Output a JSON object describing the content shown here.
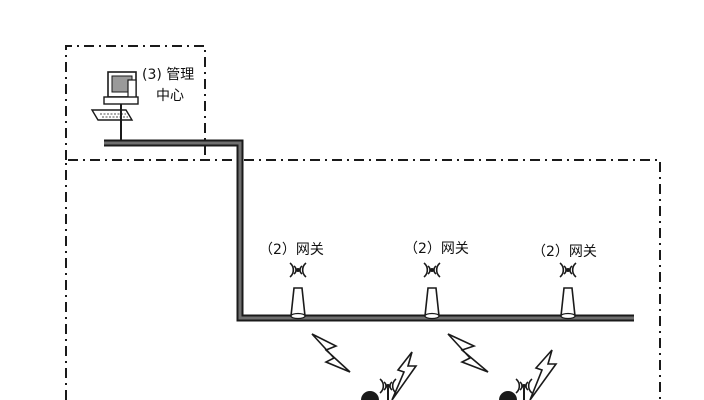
{
  "management_center": {
    "label_line1": "(3) 管理",
    "label_line2": "中心",
    "icon": "computer-icon"
  },
  "gateways": [
    {
      "label": "（2）网关",
      "icon": "antenna-gateway-icon"
    },
    {
      "label": "（2）网关",
      "icon": "antenna-gateway-icon"
    },
    {
      "label": "（2）网关",
      "icon": "antenna-gateway-icon"
    }
  ],
  "wireless_link_icon": "lightning-bolt-icon",
  "sensor_node_icon": "sensor-node-icon",
  "colors": {
    "line": "#1a1a1a",
    "bus_fill": "#6f6f6f",
    "background": "#ffffff"
  }
}
